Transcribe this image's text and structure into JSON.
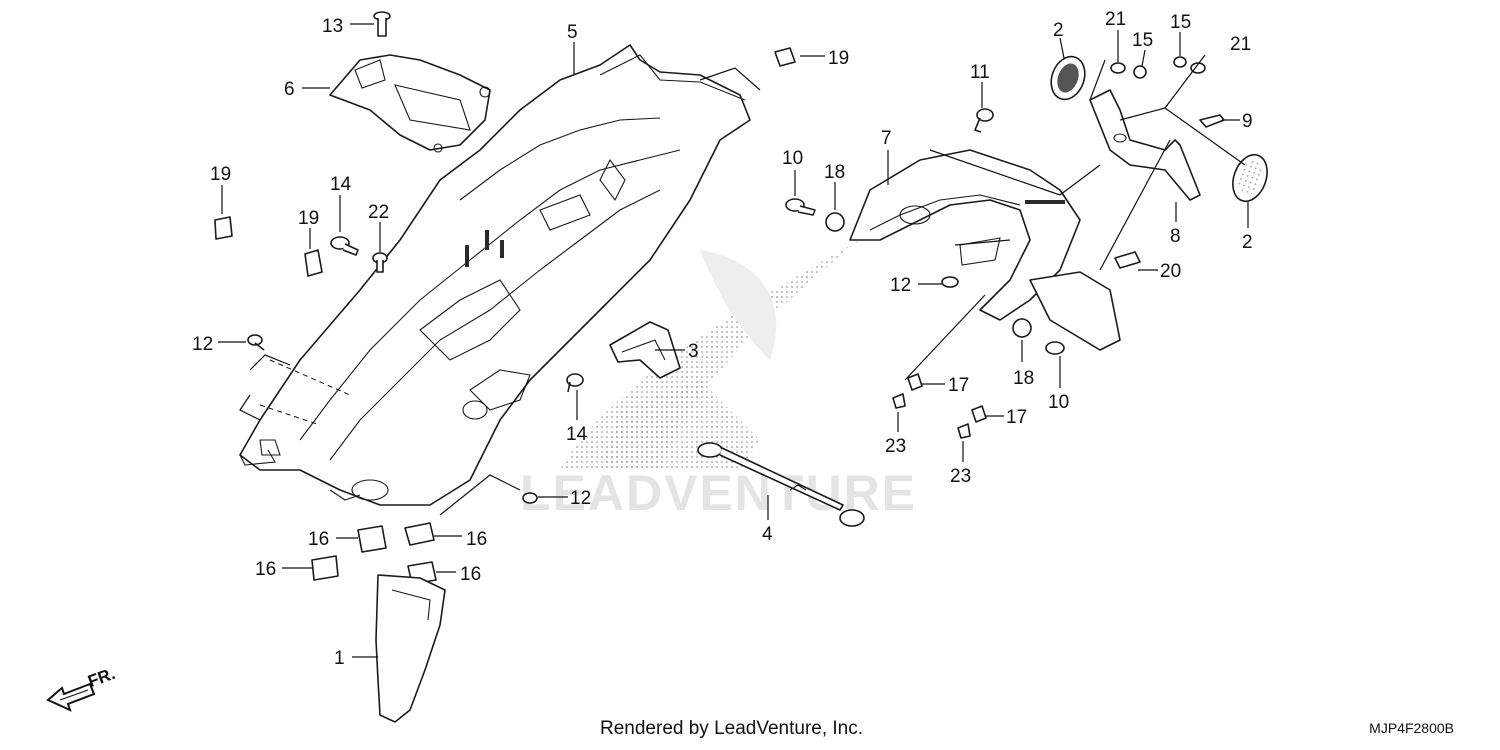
{
  "diagram": {
    "watermark": "LEADVENTURE",
    "footer_credit": "Rendered by LeadVenture, Inc.",
    "diagram_code": "MJP4F2800B",
    "direction_label": "FR.",
    "callouts": [
      "1",
      "2",
      "3",
      "4",
      "5",
      "6",
      "7",
      "8",
      "9",
      "10",
      "11",
      "12",
      "13",
      "14",
      "15",
      "16",
      "17",
      "18",
      "19",
      "20",
      "21",
      "22",
      "23"
    ],
    "parts": {
      "rear_fender": "5",
      "front_splash": "1",
      "tail_cover": "7",
      "plate_bracket": "8",
      "reflector": "2",
      "tool_strap": "4",
      "ecu_holder": "6",
      "guard_plate": "3"
    }
  }
}
